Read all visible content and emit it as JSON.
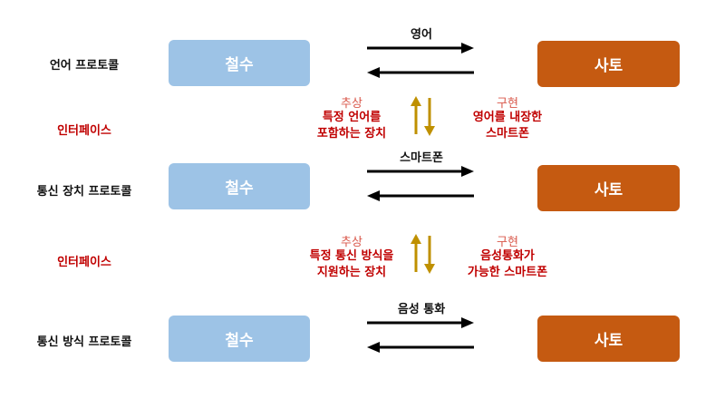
{
  "rows": [
    {
      "label": "언어 프로토콜",
      "left_box": "철수",
      "right_box": "사토",
      "message": "영어"
    },
    {
      "label": "통신 장치 프로토콜",
      "left_box": "철수",
      "right_box": "사토",
      "message": "스마트폰"
    },
    {
      "label": "통신 방식 프로토콜",
      "left_box": "철수",
      "right_box": "사토",
      "message": "음성 통화"
    }
  ],
  "interfaces": [
    {
      "label": "인터페이스",
      "abstract_title": "추상",
      "abstract_lines": [
        "특정 언어를",
        "포함하는 장치"
      ],
      "impl_title": "구현",
      "impl_lines": [
        "영어를 내장한",
        "스마트폰"
      ]
    },
    {
      "label": "인터페이스",
      "abstract_title": "추상",
      "abstract_lines": [
        "특정 통신 방식을",
        "지원하는 장치"
      ],
      "impl_title": "구현",
      "impl_lines": [
        "음성통화가",
        "가능한 스마트폰"
      ]
    }
  ],
  "colors": {
    "left_box": "#9dc3e6",
    "right_box": "#c55a11",
    "interface_text": "#c00000",
    "note_title": "#d9574a",
    "updown_arrow": "#bf9000"
  }
}
